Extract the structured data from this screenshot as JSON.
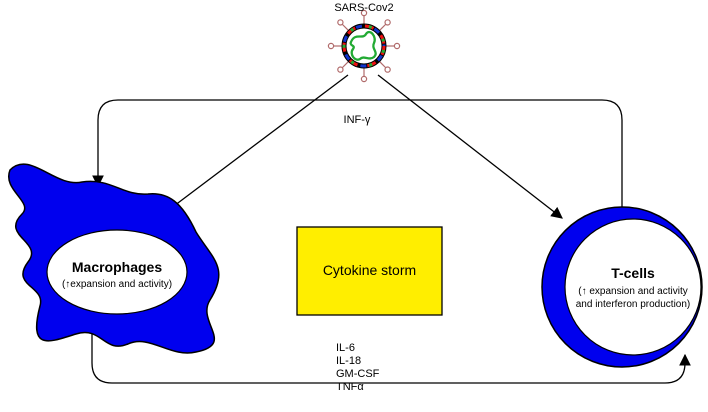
{
  "virus": {
    "label": "SARS-Cov2"
  },
  "macrophage": {
    "title": "Macrophages",
    "subtitle": "(↑expansion and activity)"
  },
  "tcell": {
    "title": "T-cells",
    "subtitle_line1": "(↑ expansion and activity",
    "subtitle_line2": "and interferon production)"
  },
  "center": {
    "label": "Cytokine storm"
  },
  "signals": {
    "interferon": "INF-γ",
    "cytokines": [
      "IL-6",
      "IL-18",
      "GM-CSF",
      "TNFα"
    ]
  },
  "colors": {
    "cell_blue": "#0000ee",
    "storm_yellow": "#ffee00",
    "virus_green": "#22aa33",
    "virus_red": "#ee1111",
    "virus_blue": "#1133cc",
    "spike": "#b06a6a"
  }
}
